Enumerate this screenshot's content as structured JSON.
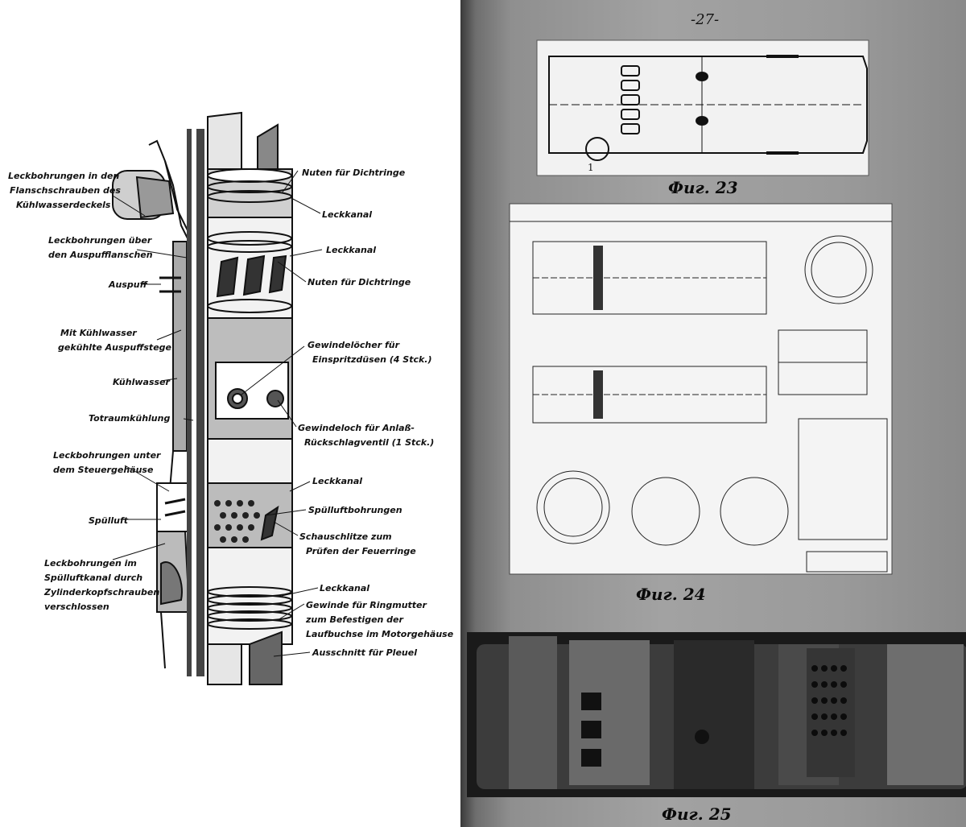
{
  "page_number": "-27-",
  "left_diagram": {
    "labels_left": [
      "Leckbohrungen in den",
      "Flanschschrauben des",
      "Kühlwasserdeckels",
      "Leckbohrungen über",
      "den Auspufflanschen",
      "Auspuff",
      "Mit Kühlwasser",
      "gekühlte Auspuffstege",
      "Kühlwasser",
      "Totraumkühlung",
      "Leckbohrungen unter",
      "dem Steuergehäuse",
      "Spülluft",
      "Leckbohrungen im",
      "Spülluftkanal durch",
      "Zylinderkopfschrauben",
      "verschlossen"
    ],
    "labels_right": [
      "Nuten für Dichtringe",
      "Leckkanal",
      "Leckkanal",
      "Nuten für Dichtringe",
      "Gewindelöcher für",
      "Einspritzdüsen (4 Stck.)",
      "Gewindeloch für Anlaß-",
      "Rückschlagventil (1 Stck.)",
      "Leckkanal",
      "Spülluftbohrungen",
      "Schauschlitze zum",
      "Prüfen der Feuerringe",
      "Leckkanal",
      "Gewinde für Ringmutter",
      "zum Befestigen der",
      "Laufbuchse im Motorgehäuse",
      "Ausschnitt für Pleuel"
    ]
  },
  "figures": {
    "fig23": {
      "caption": "Фиг. 23",
      "callout": "1"
    },
    "fig24": {
      "caption": "Фиг. 24"
    },
    "fig25": {
      "caption": "Фиг. 25"
    }
  }
}
